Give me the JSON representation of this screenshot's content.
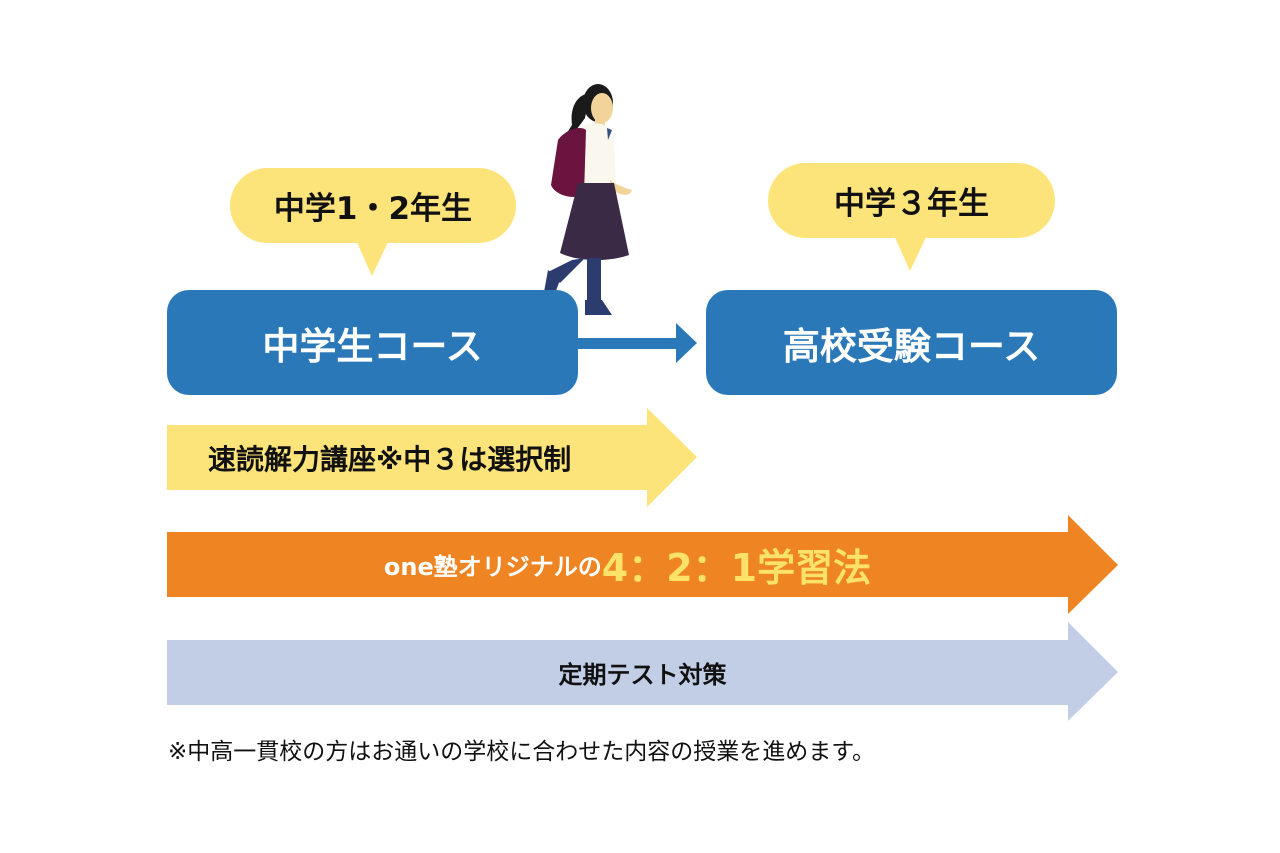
{
  "stages": {
    "junior_grade": "中学1・2年生",
    "senior_grade": "中学３年生",
    "junior_course": "中学生コース",
    "exam_course": "高校受験コース"
  },
  "programs": {
    "speed_reading": "速読解力講座※中３は選択制",
    "method_prefix": "one塾オリジナルの",
    "method_highlight": "4：2：1学習法",
    "test_prep": "定期テスト対策"
  },
  "footnote": "※中高一貫校の方はお通いの学校に合わせた内容の授業を進めます。",
  "colors": {
    "course_blue": "#2a78b8",
    "bubble_yellow": "#fde47a",
    "orange": "#ee8522",
    "lavender": "#c2cde6",
    "highlight_yellow": "#fde26a"
  }
}
